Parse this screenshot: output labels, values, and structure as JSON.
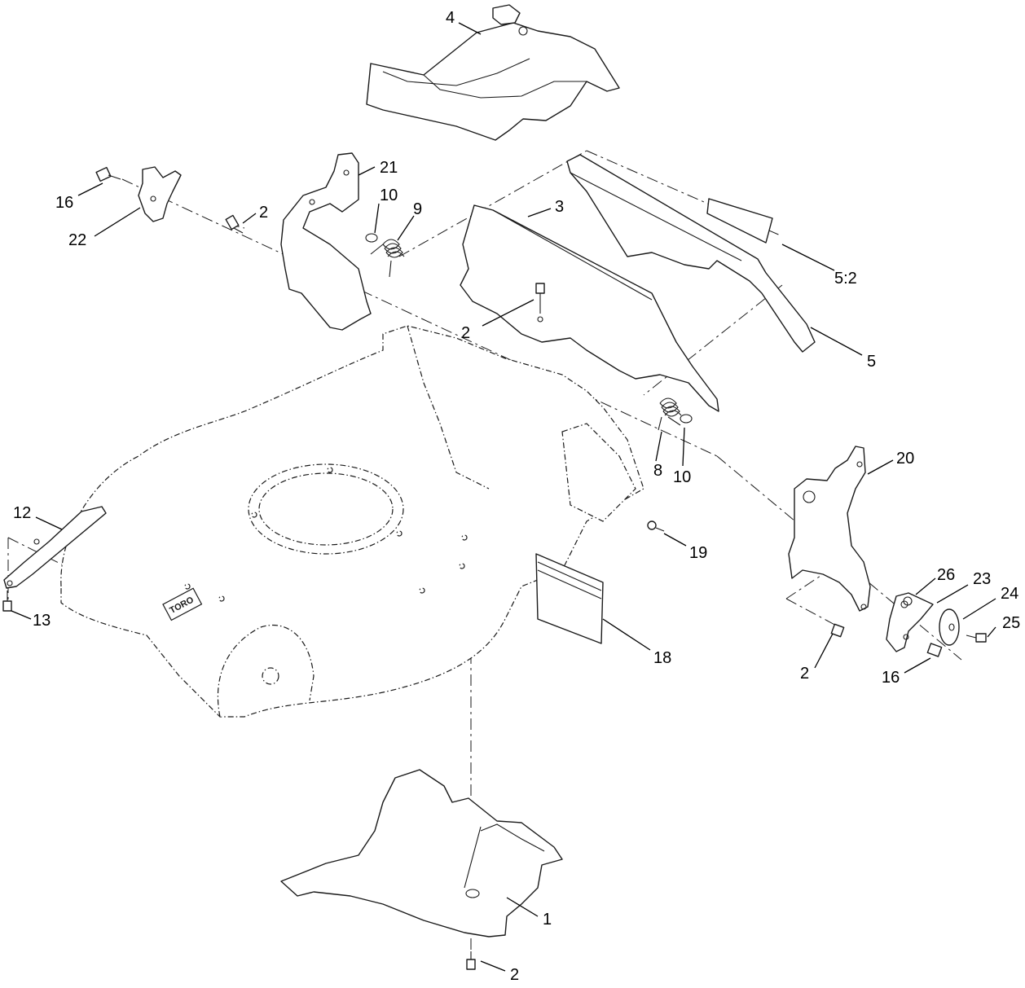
{
  "deck_emblem": "TORO",
  "callouts": [
    {
      "id": "c4",
      "label": "4"
    },
    {
      "id": "c16a",
      "label": "16"
    },
    {
      "id": "c21",
      "label": "21"
    },
    {
      "id": "c22",
      "label": "22"
    },
    {
      "id": "c2a",
      "label": "2"
    },
    {
      "id": "c10a",
      "label": "10"
    },
    {
      "id": "c9",
      "label": "9"
    },
    {
      "id": "c3",
      "label": "3"
    },
    {
      "id": "c52",
      "label": "5:2"
    },
    {
      "id": "c2b",
      "label": "2"
    },
    {
      "id": "c5",
      "label": "5"
    },
    {
      "id": "c8",
      "label": "8"
    },
    {
      "id": "c10b",
      "label": "10"
    },
    {
      "id": "c20",
      "label": "20"
    },
    {
      "id": "c12",
      "label": "12"
    },
    {
      "id": "c19",
      "label": "19"
    },
    {
      "id": "c13",
      "label": "13"
    },
    {
      "id": "c26",
      "label": "26"
    },
    {
      "id": "c23",
      "label": "23"
    },
    {
      "id": "c24",
      "label": "24"
    },
    {
      "id": "c25",
      "label": "25"
    },
    {
      "id": "c18",
      "label": "18"
    },
    {
      "id": "c2c",
      "label": "2"
    },
    {
      "id": "c16b",
      "label": "16"
    },
    {
      "id": "c1",
      "label": "1"
    },
    {
      "id": "c2d",
      "label": "2"
    }
  ]
}
